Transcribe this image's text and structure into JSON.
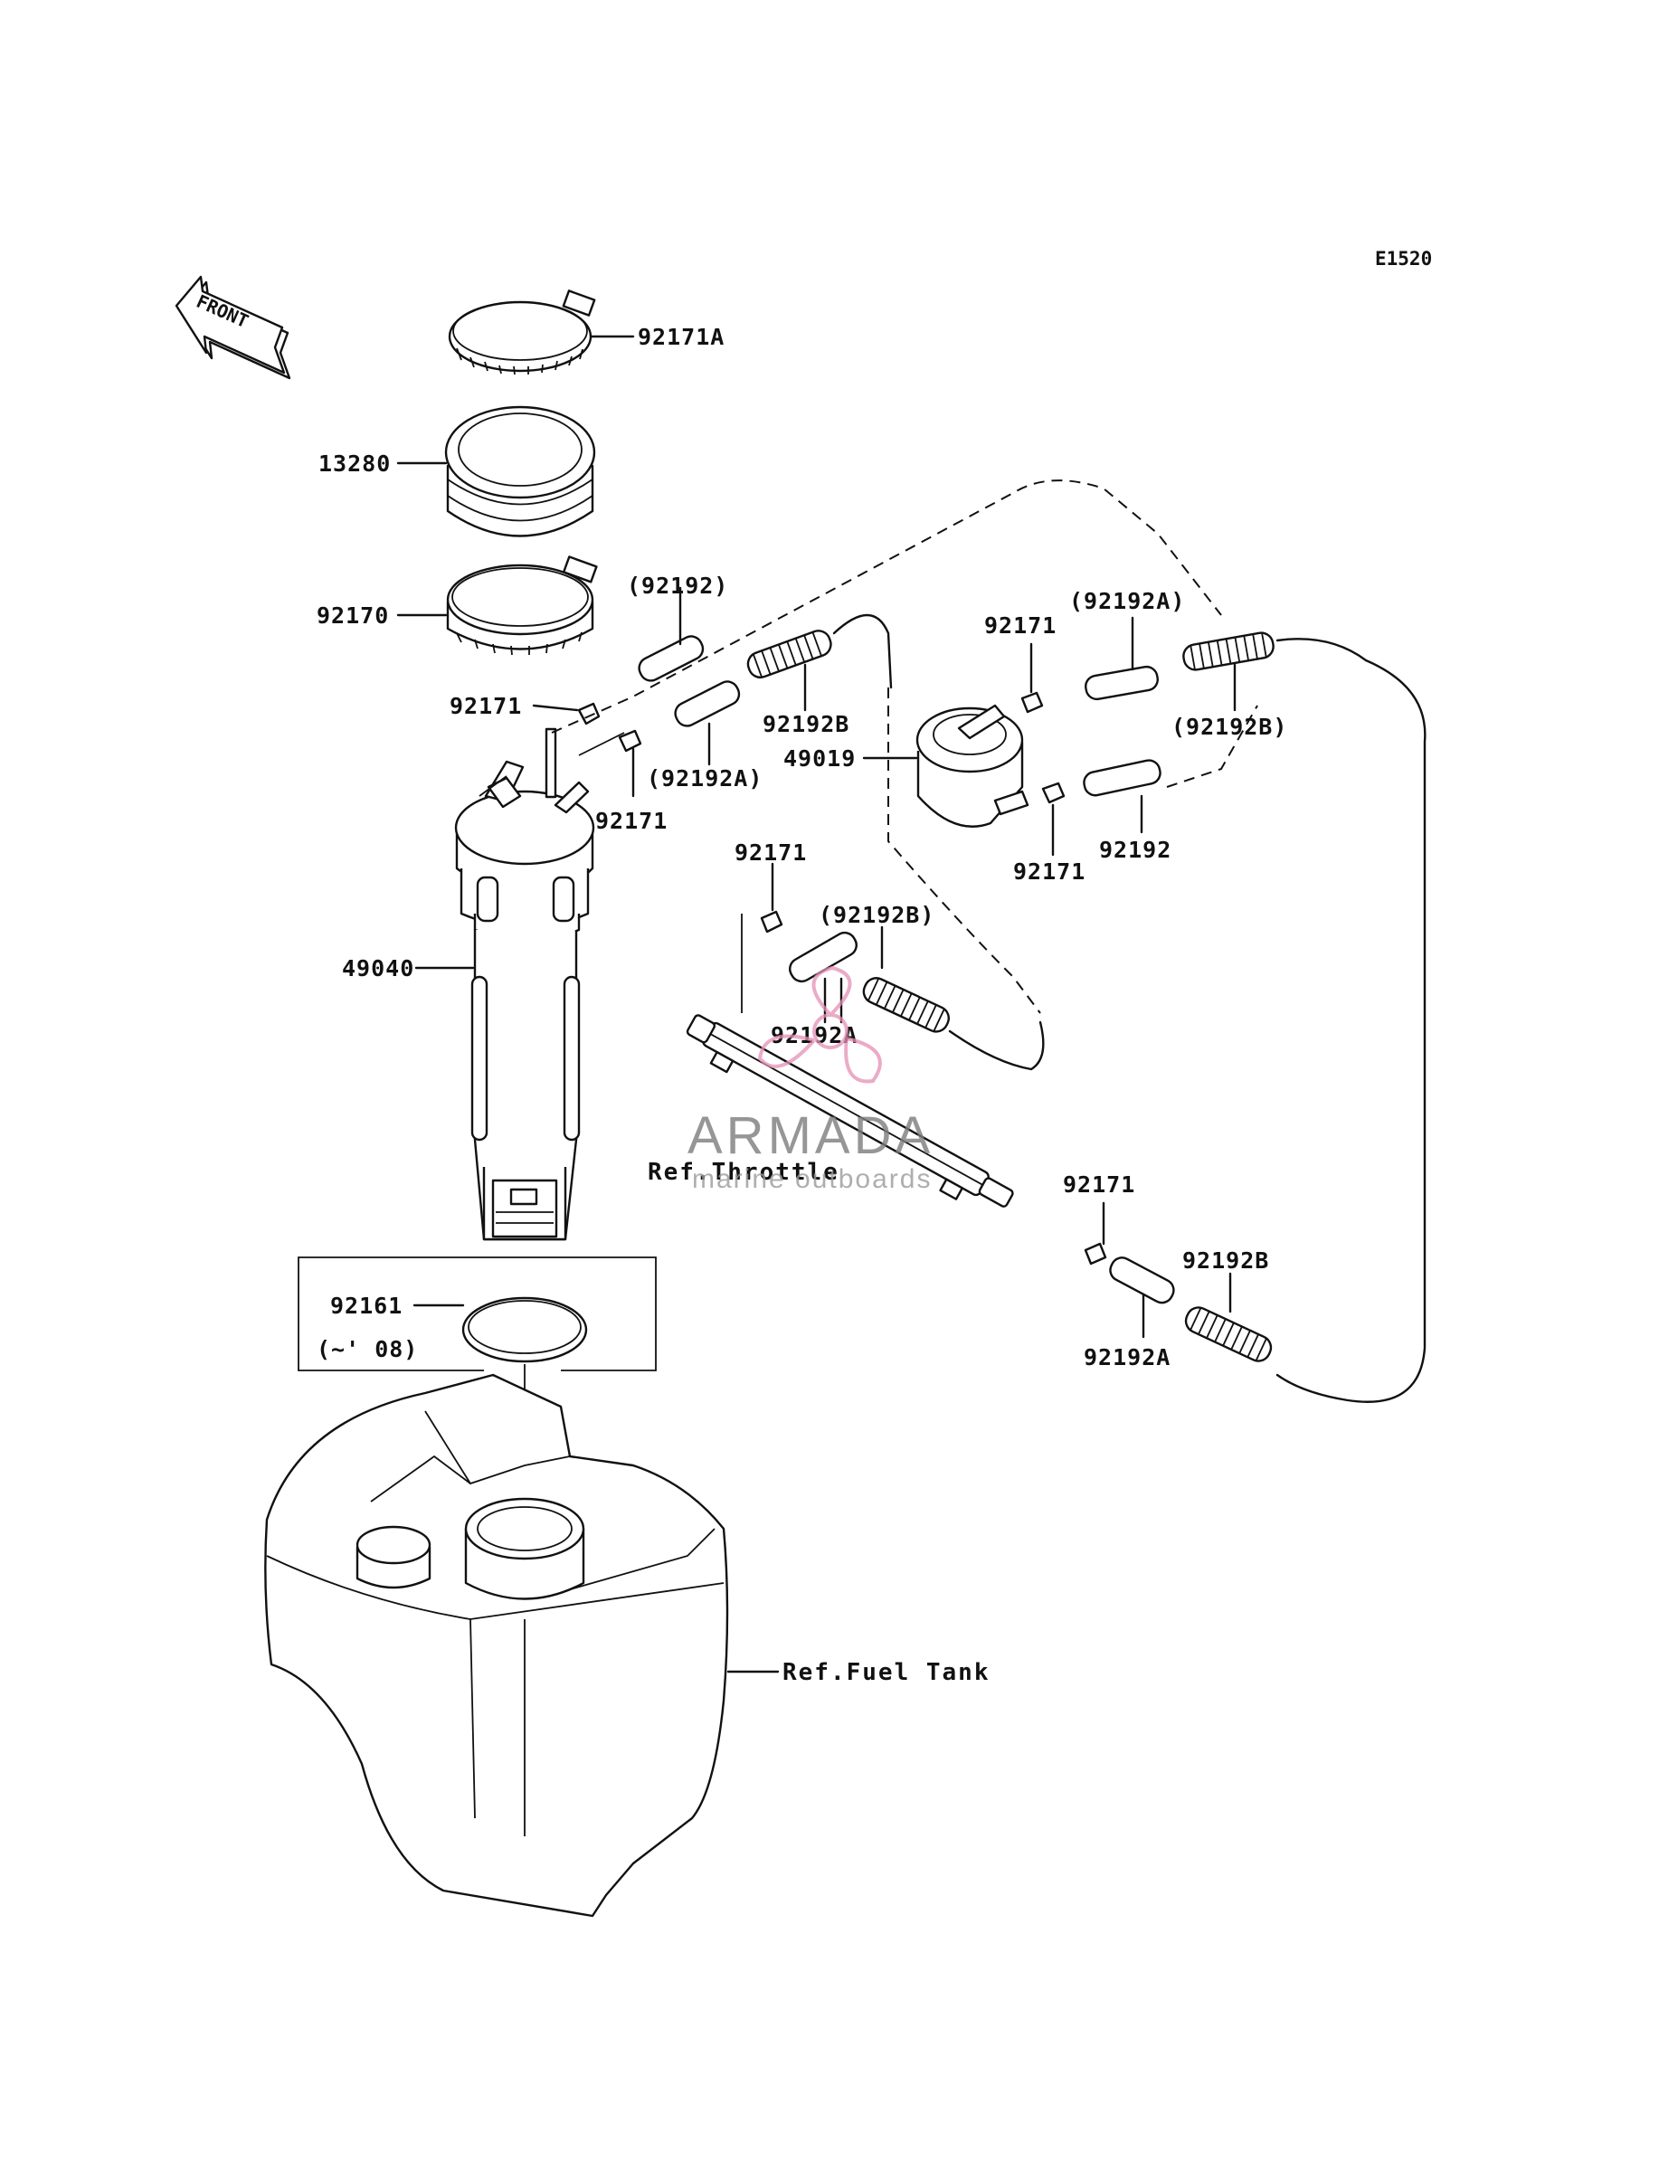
{
  "diagram_code": "E1520",
  "front_label": "FRONT",
  "parts": {
    "clamp_top": "92171A",
    "ring": "13280",
    "clamp_lower": "92170",
    "clip_left": "92171",
    "hose_left_top": "(92192)",
    "hose_left_bottom": "(92192A)",
    "clip_left_lower": "92171",
    "coil_left": "92192B",
    "filter": "49019",
    "clip_filter_top": "92171",
    "hose_filter_top": "(92192A)",
    "coil_filter_top": "(92192B)",
    "hose_filter_bottom": "92192",
    "clip_filter_bottom": "92171",
    "pump": "49040",
    "clip_mid": "92171",
    "coil_mid": "(92192B)",
    "hose_mid": "92192A",
    "clip_rail": "92171",
    "coil_rail": "92192B",
    "hose_rail": "92192A",
    "gasket": "92161",
    "gasket_note": "(~' 08)"
  },
  "refs": {
    "throttle": "Ref.Throttle",
    "fuel_tank": "Ref.Fuel Tank"
  },
  "watermark": {
    "brand": "ARMADA",
    "tagline": "marine outboards",
    "color": "#e58fb5"
  }
}
